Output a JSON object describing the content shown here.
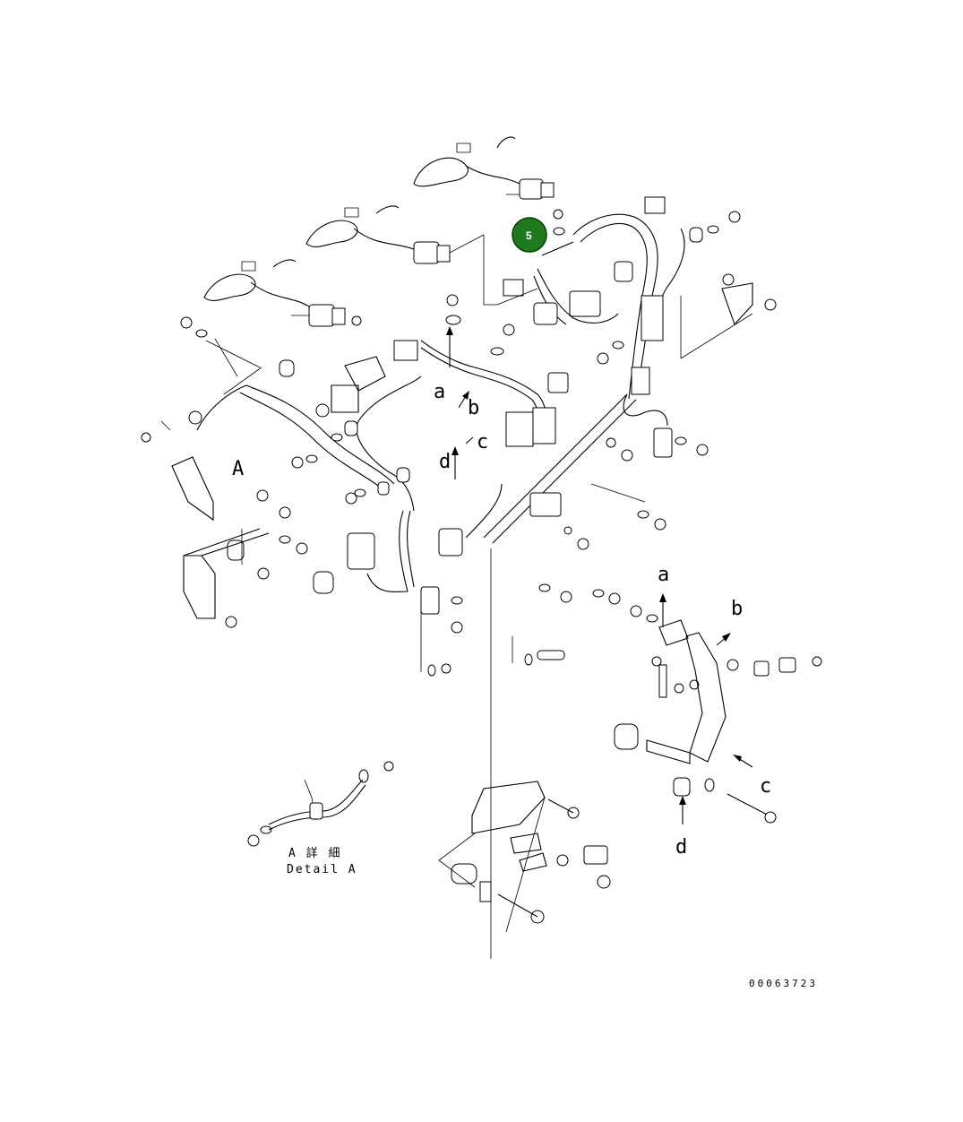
{
  "callout": {
    "number": "5",
    "color": "#1f7a1f"
  },
  "ref_letters": {
    "a_upper": "a",
    "b_upper": "b",
    "c_upper": "c",
    "d_upper": "d",
    "a_lower": "a",
    "b_lower": "b",
    "c_lower": "c",
    "d_lower": "d",
    "detail_marker": "A"
  },
  "detail_label": {
    "jp": "A 詳 細",
    "en": "Detail A"
  },
  "drawing_number": "00063723"
}
